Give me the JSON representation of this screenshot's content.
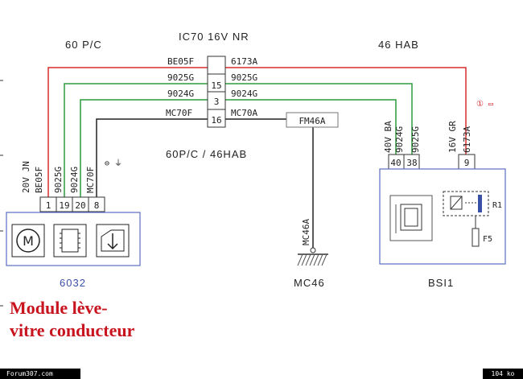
{
  "header": {
    "left": "60 P/C",
    "center": "IC70  16V  NR",
    "right": "46 HAB"
  },
  "connector_ic70": {
    "rows": [
      {
        "left": "BE05F",
        "pin": "",
        "right": "6173A"
      },
      {
        "left": "9025G",
        "pin": "15",
        "right": "9025G"
      },
      {
        "left": "9024G",
        "pin": "3",
        "right": "9024G"
      },
      {
        "left": "MC70F",
        "pin": "16",
        "right": "MC70A"
      }
    ],
    "bottom_label": "60P/C / 46HAB"
  },
  "module_6032": {
    "connector_label_a": "20V  JN",
    "wire_labels": [
      "BE05F",
      "9025G",
      "9024G",
      "MC70F"
    ],
    "pins": [
      "1",
      "19",
      "20",
      "8"
    ],
    "ground_mark": "⊖ ⏚",
    "name": "6032"
  },
  "fm46a": {
    "label": "FM46A"
  },
  "ground_mc46": {
    "wire": "MC46A",
    "name": "MC46"
  },
  "bsi1": {
    "conn1_label": "40V  BA",
    "conn1_wires": [
      "9024G",
      "9025G"
    ],
    "conn1_pins": [
      "40",
      "38"
    ],
    "conn2_label": "16V  GR",
    "conn2_wire": "6173A",
    "conn2_pin": "9",
    "relay": "R1",
    "fuse": "F5",
    "name": "BSI1",
    "power_mark": "① ▭"
  },
  "caption": {
    "line1": "Module lève-",
    "line2": "vitre conducteur"
  },
  "footer": {
    "left": "Forum307.com",
    "right": "104 ko"
  },
  "colors": {
    "red": "#d72d2d",
    "green": "#2f9a3a",
    "black": "#222222",
    "blue_outline": "#5a6fc0"
  }
}
